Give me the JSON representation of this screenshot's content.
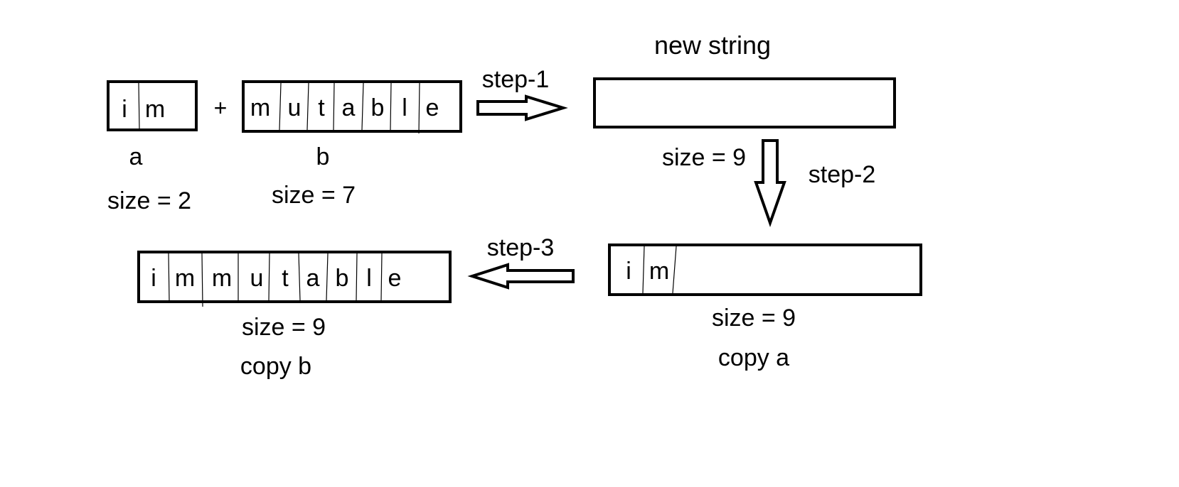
{
  "string_a": {
    "name": "a",
    "chars": [
      "i",
      "m"
    ],
    "size_label": "size = 2"
  },
  "plus_sign": "+",
  "string_b": {
    "name": "b",
    "chars": [
      "m",
      "u",
      "t",
      "a",
      "b",
      "l",
      "e"
    ],
    "size_label": "size = 7"
  },
  "step1": {
    "label": "step-1",
    "box_title": "new string",
    "size_label": "size = 9"
  },
  "step2": {
    "label": "step-2",
    "chars": [
      "i",
      "m"
    ],
    "size_label": "size = 9",
    "caption": "copy a"
  },
  "step3": {
    "label": "step-3",
    "chars": [
      "i",
      "m",
      "m",
      "u",
      "t",
      "a",
      "b",
      "l",
      "e"
    ],
    "size_label": "size = 9",
    "caption": "copy b"
  }
}
